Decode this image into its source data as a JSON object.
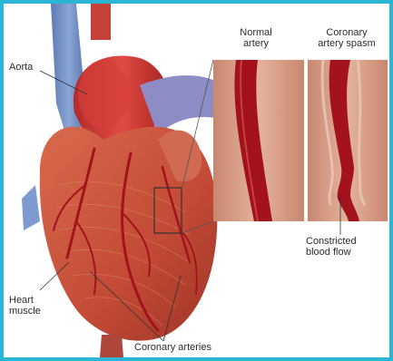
{
  "labels": {
    "aorta": "Aorta",
    "normal_artery": "Normal\nartery",
    "coronary_spasm": "Coronary\nartery spasm",
    "constricted_flow": "Constricted\nblood flow",
    "heart_muscle": "Heart\nmuscle",
    "coronary_arteries": "Coronary arteries"
  },
  "colors": {
    "frame_border": "#2bb6d6",
    "heart_muscle": "#c8523c",
    "aorta": "#d33a35",
    "vein": "#6f8fc6",
    "artery": "#b8141a",
    "panel_tissue": "#d59a82",
    "panel_lumen": "#a3121d"
  }
}
